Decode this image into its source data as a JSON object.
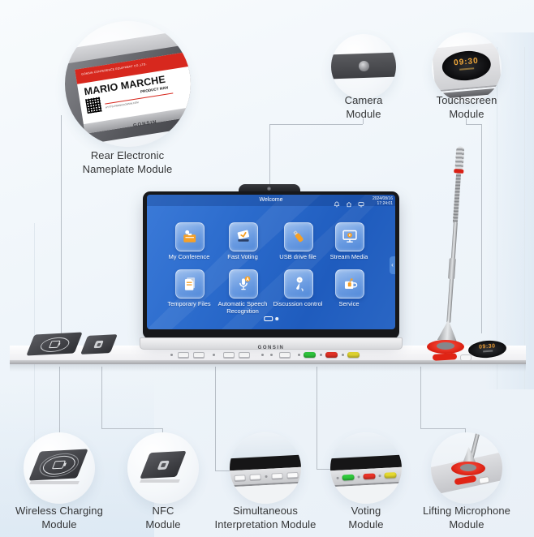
{
  "colors": {
    "screen_blue": "#2a6ac8",
    "nameplate_red": "#d7281e",
    "mic_red": "#e02415",
    "vote_green": "#2fc93c",
    "vote_red": "#e83226",
    "vote_yellow": "#e5d92f"
  },
  "callouts": {
    "nameplate": {
      "label": "Rear Electronic\nNameplate Module"
    },
    "camera": {
      "label": "Camera\nModule"
    },
    "touchscreen": {
      "label": "Touchscreen\nModule",
      "time": "09:30"
    },
    "wireless": {
      "label": "Wireless Charging\nModule"
    },
    "nfc": {
      "label": "NFC\nModule"
    },
    "interpretation": {
      "label": "Simultaneous\nInterpretation Module"
    },
    "voting": {
      "label": "Voting\nModule"
    },
    "mic": {
      "label": "Lifting Microphone\nModule"
    }
  },
  "nameplate": {
    "company": "GONSIN CONFERENCE EQUIPMENT CO.,LTD.",
    "person_name": "MARIO MARCHE",
    "person_title": "PRODUCT MAN",
    "website": "HTTPS://WWW.GONSIN.COM",
    "brand": "GONSIN"
  },
  "screen": {
    "topbar": {
      "title": "Welcome",
      "date": "2024/08/16",
      "time": "17:24:01",
      "icons": [
        "bell-icon",
        "home-icon",
        "display-icon"
      ]
    },
    "apps": [
      {
        "label": "My Conference",
        "icon": "briefcase-person-icon"
      },
      {
        "label": "Fast Voting",
        "icon": "ballot-check-icon"
      },
      {
        "label": "USB drive file",
        "icon": "usb-drive-icon"
      },
      {
        "label": "Stream Media",
        "icon": "monitor-play-icon"
      },
      {
        "label": "Temporary Files",
        "icon": "document-icon"
      },
      {
        "label": "Automatic Speech Recognition",
        "icon": "microphone-a-icon"
      },
      {
        "label": "Discussion control",
        "icon": "handheld-mic-icon"
      },
      {
        "label": "Service",
        "icon": "cup-icon"
      }
    ],
    "brand": "GONSIN"
  },
  "desk": {
    "clock_time": "09:30"
  }
}
